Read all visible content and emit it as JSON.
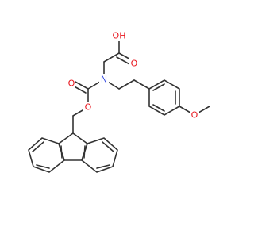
{
  "molecule": {
    "atoms": [
      {
        "id": "o_oh",
        "label": "OH",
        "color": "#e8141c"
      },
      {
        "id": "o_carbonyl_acid",
        "label": "O",
        "color": "#e8141c"
      },
      {
        "id": "n_amine",
        "label": "N",
        "color": "#2e45e0"
      },
      {
        "id": "o_carbonyl_fmoc",
        "label": "O",
        "color": "#e8141c"
      },
      {
        "id": "o_ester",
        "label": "O",
        "color": "#e8141c"
      },
      {
        "id": "o_methoxy",
        "label": "O",
        "color": "#e8141c"
      }
    ],
    "bond_color": "#333333"
  }
}
